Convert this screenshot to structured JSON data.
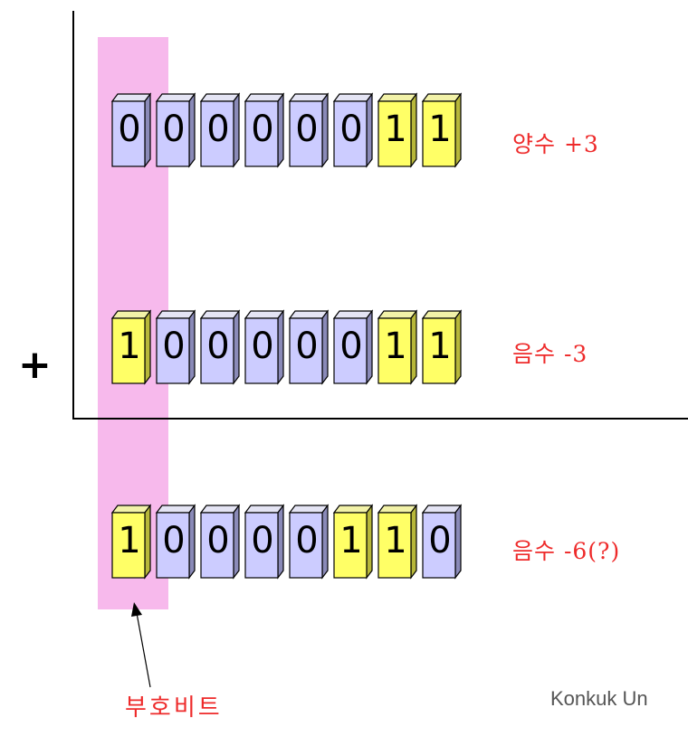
{
  "operator": "+",
  "rows": [
    {
      "bits": [
        "0",
        "0",
        "0",
        "0",
        "0",
        "0",
        "1",
        "1"
      ],
      "label": "양수 +3"
    },
    {
      "bits": [
        "1",
        "0",
        "0",
        "0",
        "0",
        "0",
        "1",
        "1"
      ],
      "label": "음수 -3"
    },
    {
      "bits": [
        "1",
        "0",
        "0",
        "0",
        "0",
        "1",
        "1",
        "0"
      ],
      "label": "음수 -6(?)"
    }
  ],
  "sign_bit_label": "부호비트",
  "footer": "Konkuk Un",
  "colors": {
    "one_bit": "#ffff66",
    "zero_bit": "#ccccff",
    "sign_column": "#f7b9ec",
    "label": "#ee2a2a"
  }
}
